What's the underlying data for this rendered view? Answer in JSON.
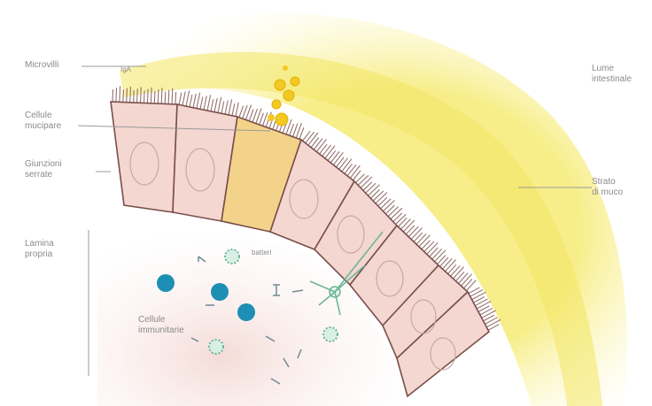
{
  "labels": {
    "microvilli": "Microvilli",
    "mucus_cells": "Cellule\nmucipare",
    "tight_junctions": "Giunzioni\nserrate",
    "lamina_propria": "Lamina\npropria",
    "lumen": "Lume\nintestinale",
    "mucus_layer": "Strato\ndi muco",
    "immune_cells": "Cellule\nimmunitarie",
    "bacteria": "batteri",
    "antibodies": "IgA"
  },
  "colors": {
    "lumen_yellow": "#f6ec7c",
    "epithelial_cell": "#f4d7d0",
    "cell_outline": "#7a4e4a",
    "goblet_cell": "#f3d38a",
    "mucus_granule": "#f2c923",
    "immune_blue": "#1e8fb4",
    "immune_green": "#6fb59a",
    "lamina_pink": "#f6e3e0",
    "leader_line": "#999999"
  },
  "icons": [
    "mucus-granule",
    "epithelial-cell",
    "goblet-cell",
    "microvillus",
    "immune-cell",
    "antibody"
  ]
}
